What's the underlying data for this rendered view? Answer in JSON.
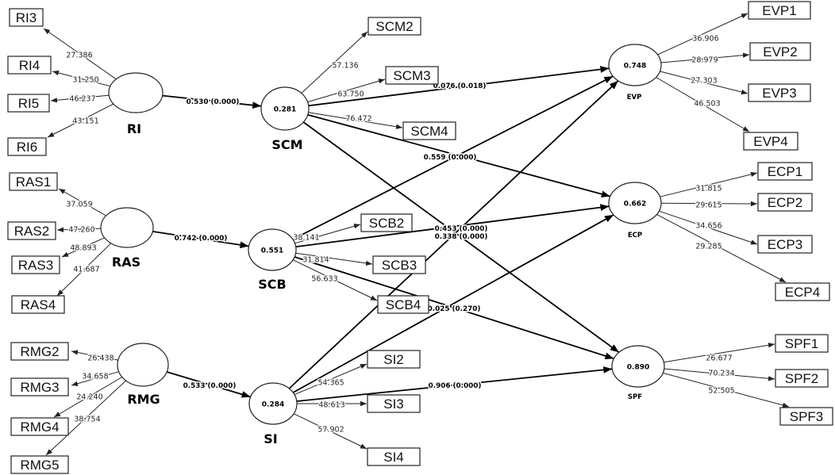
{
  "constructs": [
    {
      "label": "RI",
      "indicators": [
        {
          "name": "RI3",
          "loading": "27.386"
        },
        {
          "name": "RI4",
          "loading": "31.250"
        },
        {
          "name": "RI5",
          "loading": "46.237"
        },
        {
          "name": "RI6",
          "loading": "43.151"
        }
      ]
    },
    {
      "label": "RAS",
      "indicators": [
        {
          "name": "RAS1",
          "loading": "37.059"
        },
        {
          "name": "RAS2",
          "loading": "47.260"
        },
        {
          "name": "RAS3",
          "loading": "48.893"
        },
        {
          "name": "RAS4",
          "loading": "41.687"
        }
      ]
    },
    {
      "label": "RMG",
      "indicators": [
        {
          "name": "RMG2",
          "loading": "26.438"
        },
        {
          "name": "RMG3",
          "loading": "34.658"
        },
        {
          "name": "RMG4",
          "loading": "24.240"
        },
        {
          "name": "RMG5",
          "loading": "38.754"
        }
      ]
    },
    {
      "label": "SCM",
      "r2": "0.281",
      "indicators": [
        {
          "name": "SCM2",
          "loading": "57.136"
        },
        {
          "name": "SCM3",
          "loading": "63.750"
        },
        {
          "name": "SCM4",
          "loading": "76.472"
        }
      ]
    },
    {
      "label": "SCB",
      "r2": "0.551",
      "indicators": [
        {
          "name": "SCB2",
          "loading": "38.141"
        },
        {
          "name": "SCB3",
          "loading": "31.814"
        },
        {
          "name": "SCB4",
          "loading": "56.633"
        }
      ]
    },
    {
      "label": "SI",
      "r2": "0.284",
      "indicators": [
        {
          "name": "SI2",
          "loading": "54.365"
        },
        {
          "name": "SI3",
          "loading": "48.613"
        },
        {
          "name": "SI4",
          "loading": "57.902"
        }
      ]
    },
    {
      "label": "EVP",
      "r2": "0.748",
      "indicators": [
        {
          "name": "EVP1",
          "loading": "36.906"
        },
        {
          "name": "EVP2",
          "loading": "28.979"
        },
        {
          "name": "EVP3",
          "loading": "27.303"
        },
        {
          "name": "EVP4",
          "loading": "46.503"
        }
      ]
    },
    {
      "label": "ECP",
      "r2": "0.662",
      "indicators": [
        {
          "name": "ECP1",
          "loading": "31.815"
        },
        {
          "name": "ECP2",
          "loading": "29.615"
        },
        {
          "name": "ECP3",
          "loading": "34.656"
        },
        {
          "name": "ECP4",
          "loading": "29.285"
        }
      ]
    },
    {
      "label": "SPF",
      "r2": "0.890",
      "indicators": [
        {
          "name": "SPF1",
          "loading": "26.677"
        },
        {
          "name": "SPF2",
          "loading": "70.234"
        },
        {
          "name": "SPF3",
          "loading": "52.505"
        }
      ]
    }
  ],
  "paths": [
    {
      "from": "RI",
      "to": "SCM",
      "label": "0.530 (0.000)"
    },
    {
      "from": "RAS",
      "to": "SCB",
      "label": "0.742 (0.000)"
    },
    {
      "from": "RMG",
      "to": "SI",
      "label": "0.533 (0.000)"
    },
    {
      "from": "SCM",
      "to": "EVP",
      "label": "0.076 (0.018)"
    },
    {
      "from": "SCM",
      "to": "ECP"
    },
    {
      "from": "SCM",
      "to": "SPF",
      "label": "0.338 (0.000)"
    },
    {
      "from": "SCB",
      "to": "EVP",
      "label": "0.559 (0.000)"
    },
    {
      "from": "SCB",
      "to": "ECP",
      "label": "0.453 (0.000)"
    },
    {
      "from": "SCB",
      "to": "SPF",
      "label": "0.025 (0.270)"
    },
    {
      "from": "SI",
      "to": "EVP"
    },
    {
      "from": "SI",
      "to": "ECP"
    },
    {
      "from": "SI",
      "to": "SPF",
      "label": "0.906 (0.000)"
    }
  ]
}
